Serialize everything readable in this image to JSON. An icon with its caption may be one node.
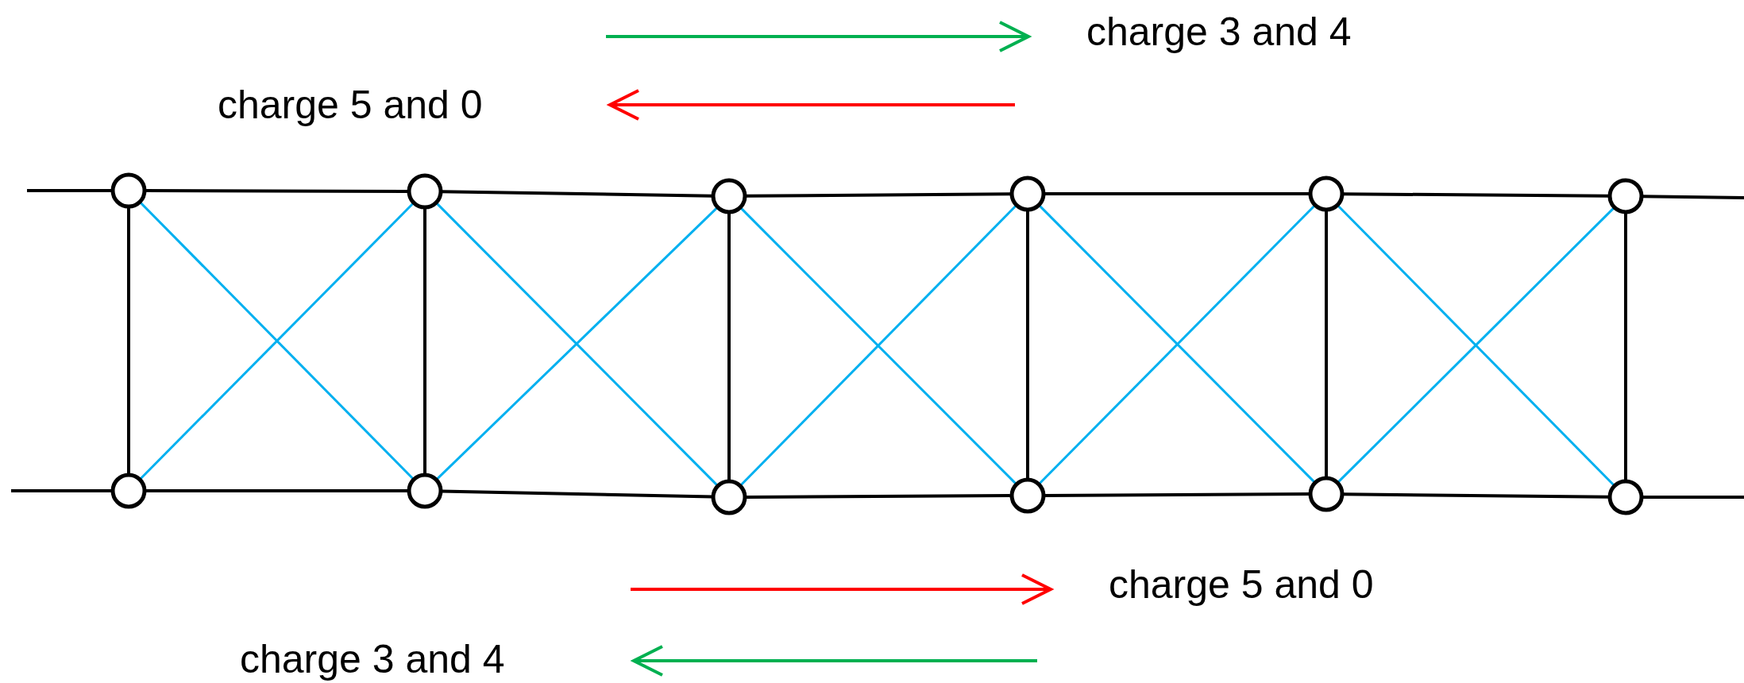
{
  "diagram": {
    "nodes": [
      {
        "text": [],
        "shape": "circle"
      },
      {
        "text": [],
        "shape": "circle"
      },
      {
        "text": [],
        "shape": "circle"
      },
      {
        "text": [],
        "shape": "circle"
      },
      {
        "text": [],
        "shape": "circle"
      },
      {
        "text": [],
        "shape": "circle"
      },
      {
        "text": [],
        "shape": "circle"
      },
      {
        "text": [],
        "shape": "circle"
      },
      {
        "text": [],
        "shape": "circle"
      },
      {
        "text": [],
        "shape": "circle"
      },
      {
        "text": [],
        "shape": "circle"
      },
      {
        "text": [],
        "shape": "circle"
      }
    ],
    "edges": [
      {
        "from": null,
        "to": 0,
        "arrow": "none"
      },
      {
        "from": 0,
        "to": 1,
        "arrow": "none"
      },
      {
        "from": 1,
        "to": 2,
        "arrow": "none"
      },
      {
        "from": 2,
        "to": 3,
        "arrow": "none"
      },
      {
        "from": 3,
        "to": 4,
        "arrow": "none"
      },
      {
        "from": 4,
        "to": 5,
        "arrow": "none"
      },
      {
        "from": 5,
        "to": null,
        "arrow": "none"
      },
      {
        "from": null,
        "to": 6,
        "arrow": "none"
      },
      {
        "from": 6,
        "to": 7,
        "arrow": "none"
      },
      {
        "from": 7,
        "to": 8,
        "arrow": "none"
      },
      {
        "from": 8,
        "to": 9,
        "arrow": "none"
      },
      {
        "from": 9,
        "to": 10,
        "arrow": "none"
      },
      {
        "from": 10,
        "to": 11,
        "arrow": "none"
      },
      {
        "from": 11,
        "to": null,
        "arrow": "none"
      },
      {
        "from": 0,
        "to": 6,
        "arrow": "none"
      },
      {
        "from": 1,
        "to": 7,
        "arrow": "none"
      },
      {
        "from": 2,
        "to": 8,
        "arrow": "none"
      },
      {
        "from": 3,
        "to": 9,
        "arrow": "none"
      },
      {
        "from": 4,
        "to": 10,
        "arrow": "none"
      },
      {
        "from": 5,
        "to": 11,
        "arrow": "none"
      },
      {
        "from": 0,
        "to": 7,
        "arrow": "none",
        "color": "#00b0f0"
      },
      {
        "from": 1,
        "to": 6,
        "arrow": "none",
        "color": "#00b0f0"
      },
      {
        "from": 1,
        "to": 8,
        "arrow": "none",
        "color": "#00b0f0"
      },
      {
        "from": 2,
        "to": 7,
        "arrow": "none",
        "color": "#00b0f0"
      },
      {
        "from": 2,
        "to": 9,
        "arrow": "none",
        "color": "#00b0f0"
      },
      {
        "from": 3,
        "to": 8,
        "arrow": "none",
        "color": "#00b0f0"
      },
      {
        "from": 3,
        "to": 10,
        "arrow": "none",
        "color": "#00b0f0"
      },
      {
        "from": 4,
        "to": 9,
        "arrow": "none",
        "color": "#00b0f0"
      },
      {
        "from": 4,
        "to": 11,
        "arrow": "none",
        "color": "#00b0f0"
      },
      {
        "from": 5,
        "to": 10,
        "arrow": "none",
        "color": "#00b0f0"
      }
    ],
    "labels": [
      "charge 3 and 4",
      "charge 5 and 0",
      "charge 5 and 0",
      "charge 3 and 4"
    ]
  }
}
